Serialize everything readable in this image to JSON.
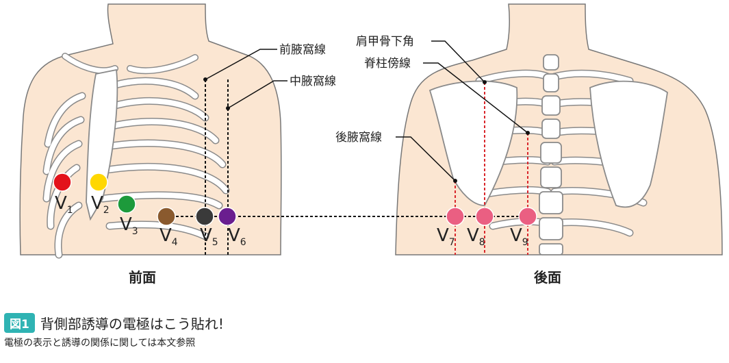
{
  "colors": {
    "skin": "#fbe6d2",
    "bone_stroke": "#8a8a8a",
    "guide_black": "#111111",
    "guide_red": "#d9262b",
    "badge": "#2fb3b3"
  },
  "front": {
    "view_label": "前面",
    "lines": {
      "anterior_axillary": "前腋窩線",
      "mid_axillary": "中腋窩線"
    },
    "electrodes": [
      {
        "name": "V",
        "sub": "1",
        "color": "#e3131b"
      },
      {
        "name": "V",
        "sub": "2",
        "color": "#ffd700"
      },
      {
        "name": "V",
        "sub": "3",
        "color": "#1d9a3b"
      },
      {
        "name": "V",
        "sub": "4",
        "color": "#8a5a2e"
      },
      {
        "name": "V",
        "sub": "5",
        "color": "#3a3a3a"
      },
      {
        "name": "V",
        "sub": "6",
        "color": "#6a1e8f"
      }
    ]
  },
  "back": {
    "view_label": "後面",
    "lines": {
      "scapula_inferior_angle": "肩甲骨下角",
      "paravertebral": "脊柱傍線",
      "posterior_axillary": "後腋窩線"
    },
    "electrodes": [
      {
        "name": "V",
        "sub": "7",
        "color": "#ea5f82"
      },
      {
        "name": "V",
        "sub": "8",
        "color": "#ea5f82"
      },
      {
        "name": "V",
        "sub": "9",
        "color": "#ea5f82"
      }
    ]
  },
  "caption": {
    "figure_label": "図1",
    "title": "背側部誘導の電極はこう貼れ!",
    "note": "電極の表示と誘導の関係に関しては本文参照"
  }
}
